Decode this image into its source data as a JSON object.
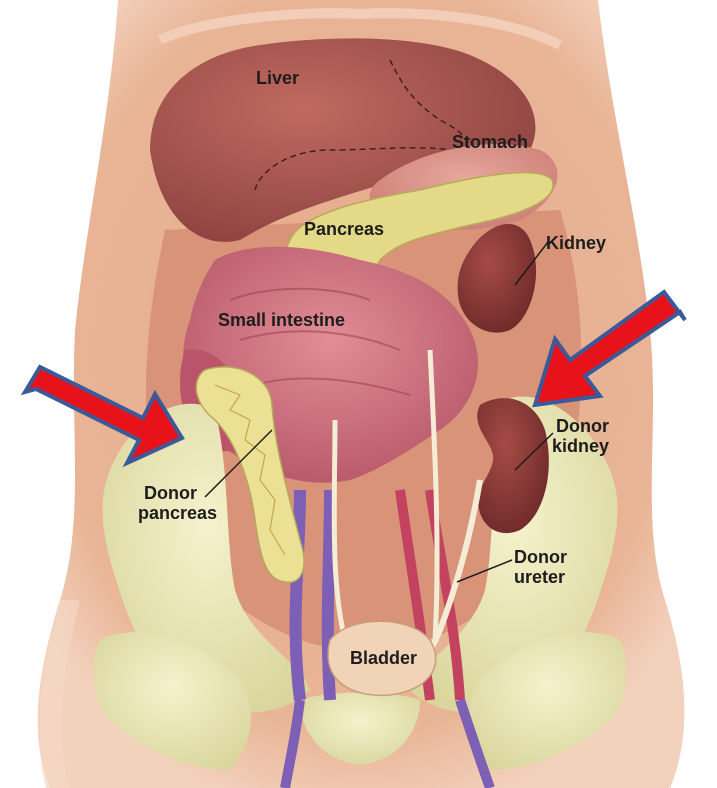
{
  "labels": {
    "liver": "Liver",
    "stomach": "Stomach",
    "pancreas": "Pancreas",
    "kidney": "Kidney",
    "small_intestine": "Small intestine",
    "donor_kidney_1": "Donor",
    "donor_kidney_2": "kidney",
    "donor_pancreas_1": "Donor",
    "donor_pancreas_2": "pancreas",
    "donor_ureter_1": "Donor",
    "donor_ureter_2": "ureter",
    "bladder": "Bladder"
  },
  "colors": {
    "skin": "#e9b08f",
    "liver": "#a9584f",
    "pancreas": "#e8dc94",
    "bone": "#ede9b6",
    "kidney": "#8a3a36",
    "intestine": "#c96f7a",
    "arrow": "#e8121a",
    "arrow_outline": "#3b5a9a"
  }
}
